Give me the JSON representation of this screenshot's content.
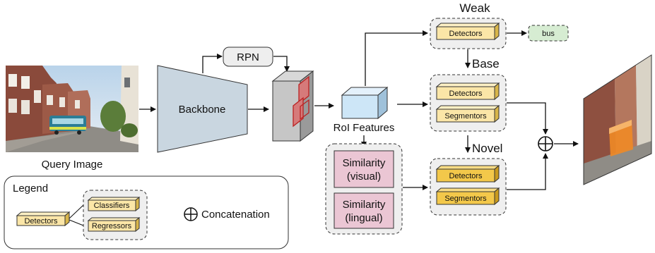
{
  "query_image_label": "Query Image",
  "backbone_label": "Backbone",
  "rpn_label": "RPN",
  "roi_label": "RoI Features",
  "weak": {
    "title": "Weak",
    "detectors": "Detectors",
    "output": "bus"
  },
  "base": {
    "title": "Base",
    "detectors": "Detectors",
    "segmentors": "Segmentors"
  },
  "novel": {
    "title": "Novel",
    "detectors": "Detectors",
    "segmentors": "Segmentors"
  },
  "similarity": {
    "visual_line1": "Similarity",
    "visual_line2": "(visual)",
    "lingual_line1": "Similarity",
    "lingual_line2": "(lingual)"
  },
  "concat_symbol": "⊕",
  "legend": {
    "title": "Legend",
    "detectors": "Detectors",
    "classifiers": "Classifiers",
    "regressors": "Regressors",
    "concat_symbol": "⊕",
    "concat_label": "Concatenation"
  },
  "colors": {
    "backbone": "#c9d6e0",
    "roi_cube": "#cde6f7",
    "weak_output": "#d6ecd2",
    "detector_light": "#fbe6a7",
    "detector_dark": "#f3c84a",
    "similarity": "#ebc6d4",
    "dashed_panel": "#efefef"
  }
}
